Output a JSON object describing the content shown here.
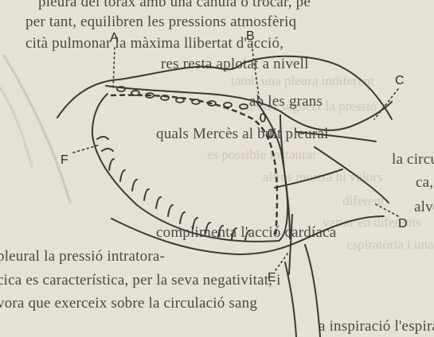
{
  "text_lines": [
    "pleura del tòrax amb una cànula o trocar, pe",
    "per tant, equilibren les pressions atmosfèriq",
    "cità pulmonar la màxima llibertat d'acció,",
    "res resta aplotat a nivell",
    "ab les grans",
    "quals Mercès al buit pleural",
    "la circulació pulmonar es fa",
    "ca, puix que els capil·lars inter",
    "alvèols mai poden del tot",
    "complimenta l'acció cardíaca",
    "pleural la pressió intratora-",
    "cica es característica, per la seva negativitat, i",
    "vora que exerceix sobre la circulació sang",
    "a inspiració l'espiració es produeixi"
  ],
  "bleed": [
    "tamb una pleura indiferent",
    "pressió segueix la pressió",
    "es possible instaurar",
    "altres mostra hi valors",
    "diferent",
    "variar en diferents",
    "espiratòria i una"
  ],
  "diagram": {
    "labels": [
      "A",
      "B",
      "C",
      "D",
      "E",
      "F"
    ]
  }
}
